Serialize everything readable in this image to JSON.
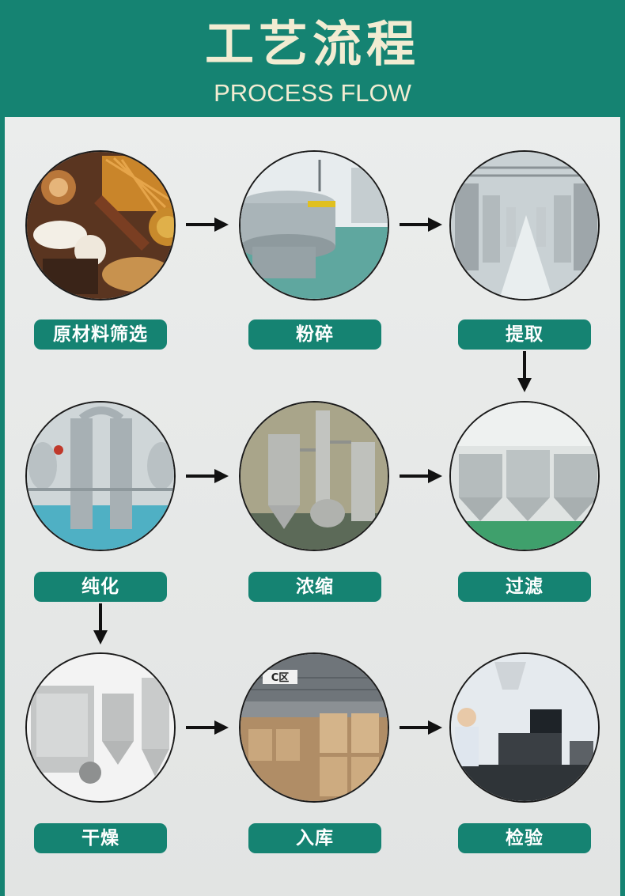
{
  "header": {
    "title_cn": "工艺流程",
    "title_en": "PROCESS FLOW"
  },
  "colors": {
    "accent": "#158372",
    "title_text": "#f2ecd2",
    "panel": "#e8eae9",
    "arrow": "#111111"
  },
  "steps": [
    {
      "label": "原材料筛选",
      "photo": "raw-herbs-photo"
    },
    {
      "label": "粉碎",
      "photo": "grinding-machine-photo"
    },
    {
      "label": "提取",
      "photo": "extraction-tanks-photo"
    },
    {
      "label": "纯化",
      "photo": "purification-columns-photo"
    },
    {
      "label": "浓缩",
      "photo": "concentration-evaporator-photo"
    },
    {
      "label": "过滤",
      "photo": "filtration-tanks-photo"
    },
    {
      "label": "干燥",
      "photo": "spray-dryer-photo"
    },
    {
      "label": "入库",
      "photo": "warehouse-drums-photo",
      "sign_text": "C区"
    },
    {
      "label": "检验",
      "photo": "lab-inspection-photo"
    }
  ]
}
